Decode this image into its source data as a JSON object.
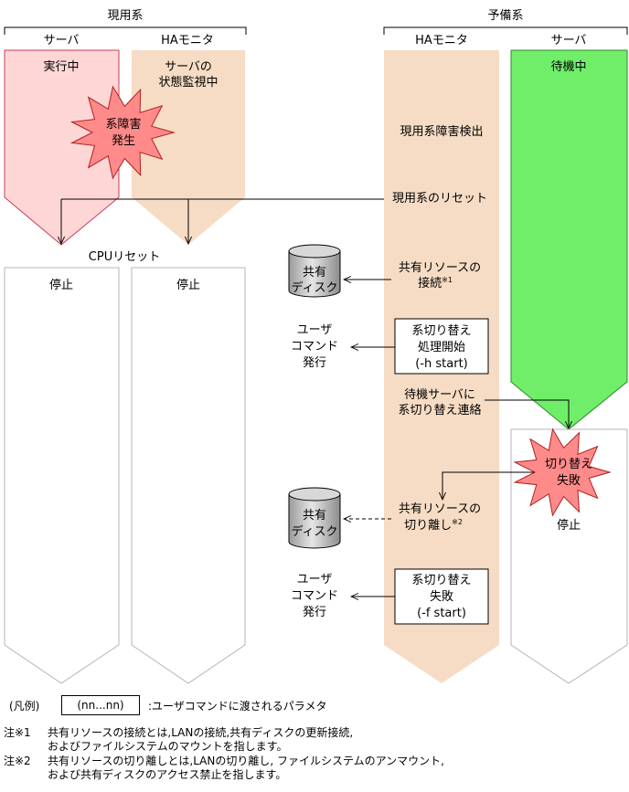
{
  "groups": {
    "active": "現用系",
    "standby": "予備系"
  },
  "columns": {
    "server": "サーバ",
    "ha_monitor": "HAモニタ"
  },
  "active": {
    "server_state": "実行中",
    "monitor_state": [
      "サーバの",
      "状態監視中"
    ],
    "failure_burst": [
      "系障害",
      "発生"
    ],
    "cpu_reset": "CPUリセット",
    "stopped": "停止"
  },
  "standby": {
    "server_state": "待機中",
    "steps": {
      "detect": "現用系障害検出",
      "reset": "現用系のリセット",
      "connect": [
        "共有リソースの",
        "接続"
      ],
      "connect_note": "※1",
      "notify": [
        "待機サーバに",
        "系切り替え連絡"
      ],
      "detach": [
        "共有リソースの",
        "切り離し"
      ],
      "detach_note": "※2"
    },
    "cmd_start": [
      "系切り替え",
      "処理開始",
      "(-h start)"
    ],
    "cmd_fail": [
      "系切り替え",
      "失敗",
      "(-f start)"
    ],
    "failover_burst": [
      "切り替え",
      "失敗"
    ],
    "stopped": "停止"
  },
  "shared_disk": [
    "共有",
    "ディスク"
  ],
  "user_command": [
    "ユーザ",
    "コマンド",
    "発行"
  ],
  "legend": {
    "label": "(凡例)",
    "box_text": "(nn...nn)",
    "description": ":ユーザコマンドに渡されるパラメタ"
  },
  "notes": [
    {
      "mark": "注※1",
      "lines": [
        "共有リソースの接続とは,LANの接続,共有ディスクの更新接続,",
        "およびファイルシステムのマウントを指します。"
      ]
    },
    {
      "mark": "注※2",
      "lines": [
        "共有リソースの切り離しとは,LANの切り離し, ファイルシステムのアンマウント,",
        "および共有ディスクのアクセス禁止を指します。"
      ]
    }
  ],
  "colors": {
    "active_server": "#ffd6d6",
    "monitor": "#f6dcc4",
    "standby_server": "#70ee6a",
    "burst": "#ff8a8a",
    "disk": "#c8c8c8"
  }
}
